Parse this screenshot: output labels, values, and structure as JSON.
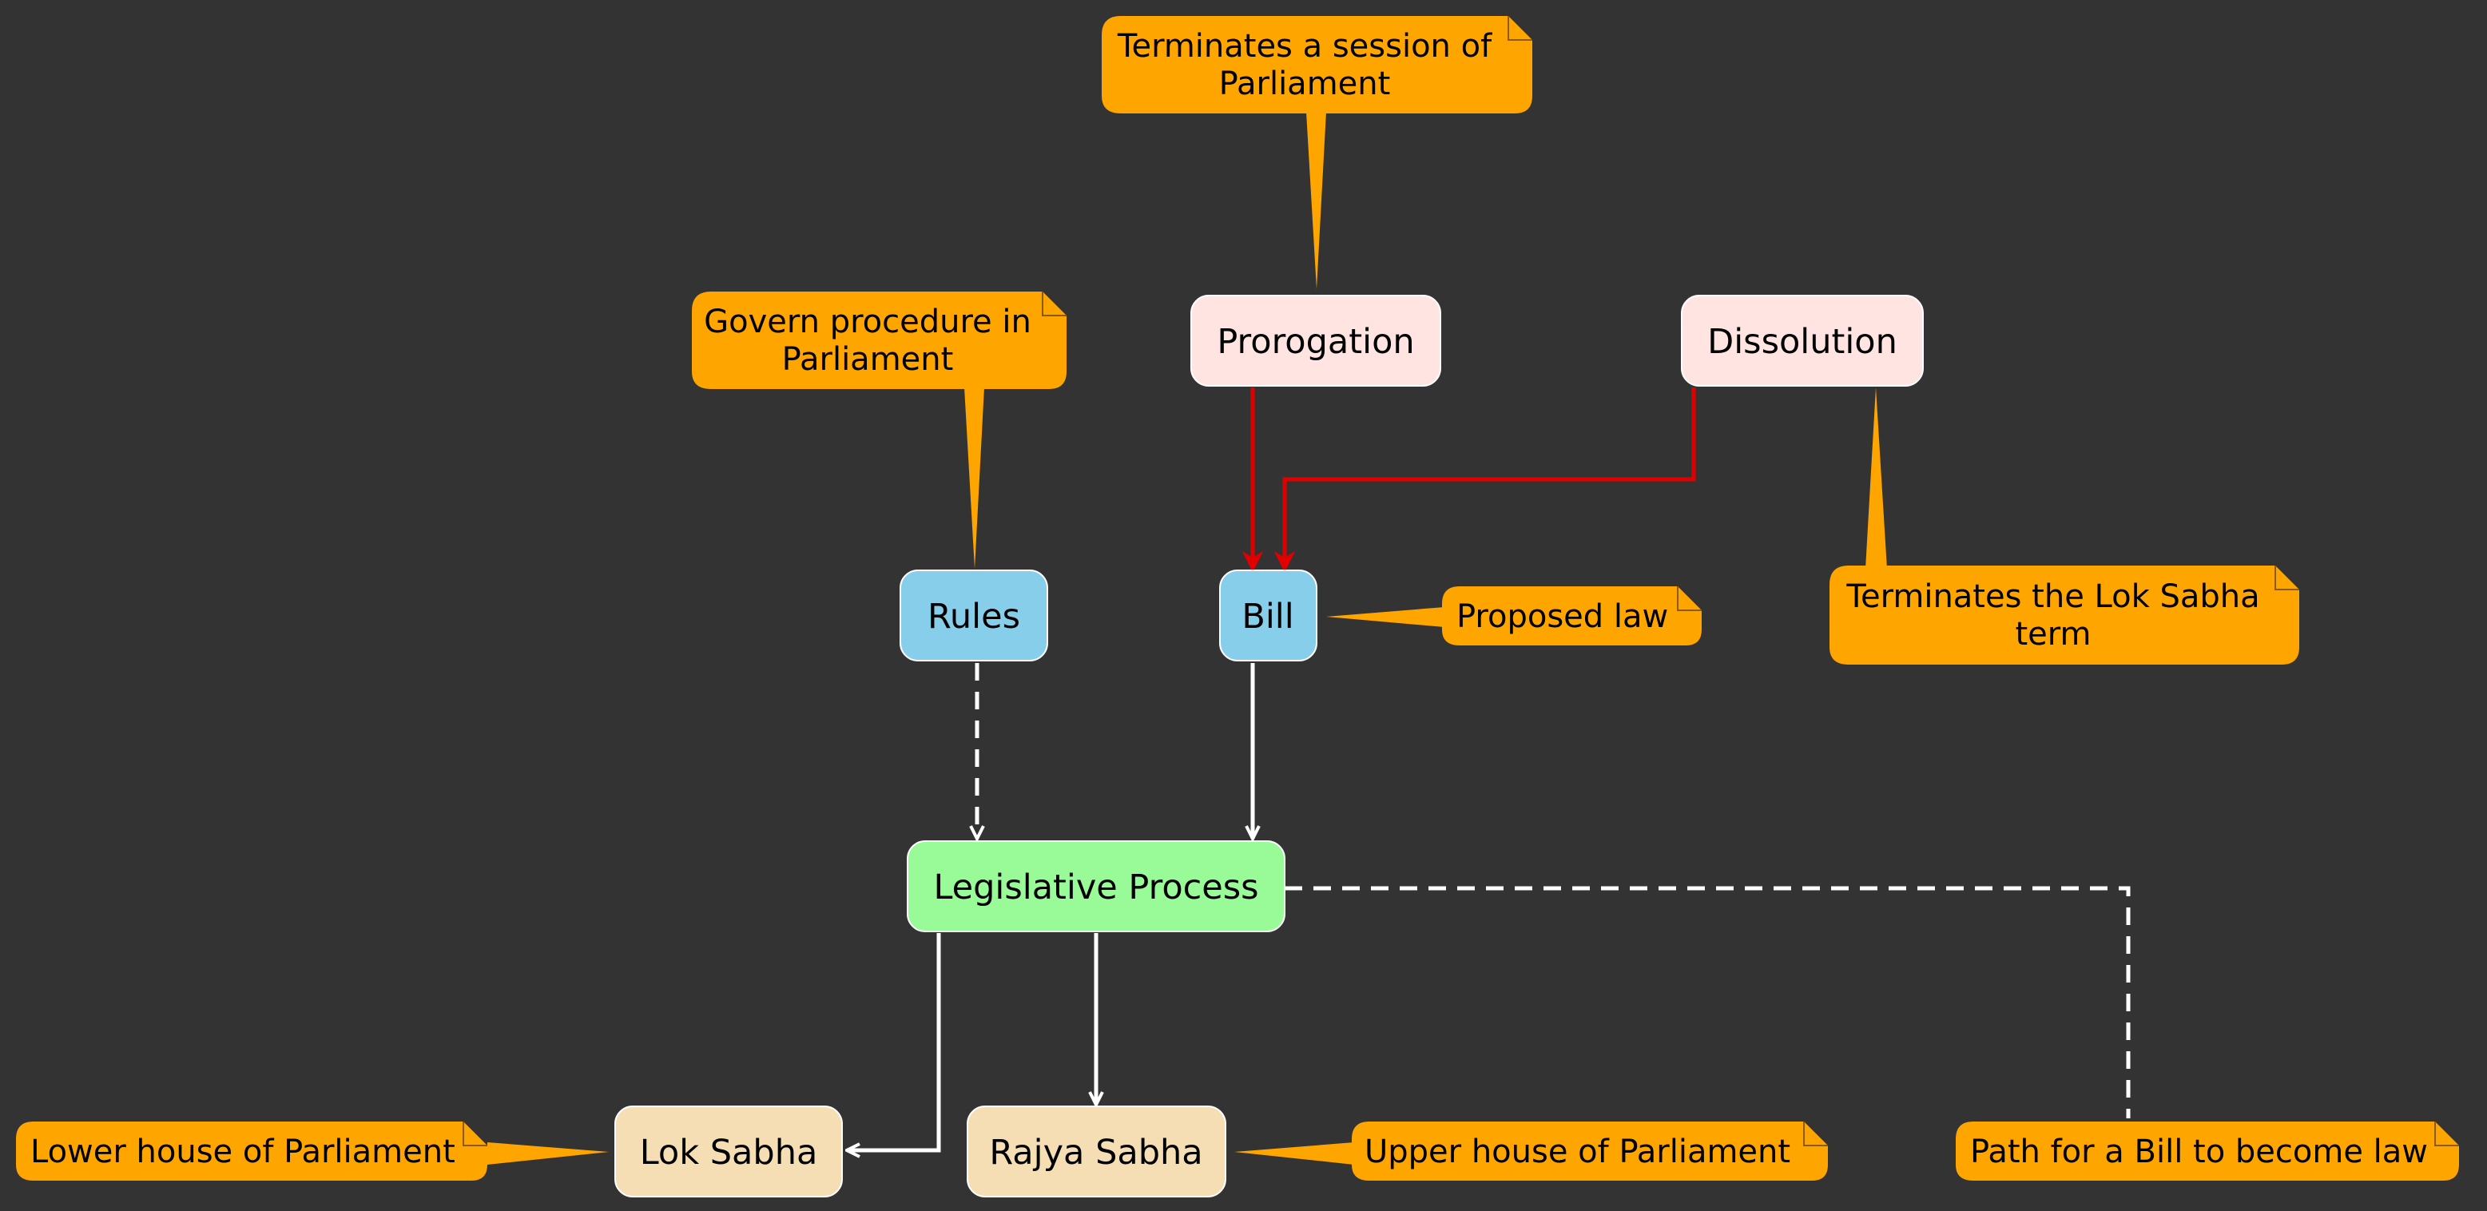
{
  "colors": {
    "background": "#333333",
    "note_fill": "#FFA500",
    "note_fold": "#CC8400",
    "concept_pink": "#FFE4E1",
    "concept_blue": "#87CEEB",
    "concept_green": "#98FB98",
    "concept_wheat": "#F5DEB3",
    "edge_white": "#FFFFFF",
    "edge_red": "#E00000"
  },
  "nodes": {
    "prorogation": "Prorogation",
    "dissolution": "Dissolution",
    "rules": "Rules",
    "bill": "Bill",
    "legislative_process": "Legislative Process",
    "lok_sabha": "Lok Sabha",
    "rajya_sabha": "Rajya Sabha"
  },
  "notes": {
    "prorogation_note": [
      "Terminates a session of",
      "Parliament"
    ],
    "rules_note": [
      "Govern procedure in",
      "Parliament"
    ],
    "dissolution_note": [
      "Terminates the Lok Sabha",
      "term"
    ],
    "bill_note": [
      "Proposed law"
    ],
    "lok_sabha_note": [
      "Lower house of Parliament"
    ],
    "rajya_sabha_note": [
      "Upper house of Parliament"
    ],
    "process_note": [
      "Path for a Bill to become law"
    ]
  }
}
